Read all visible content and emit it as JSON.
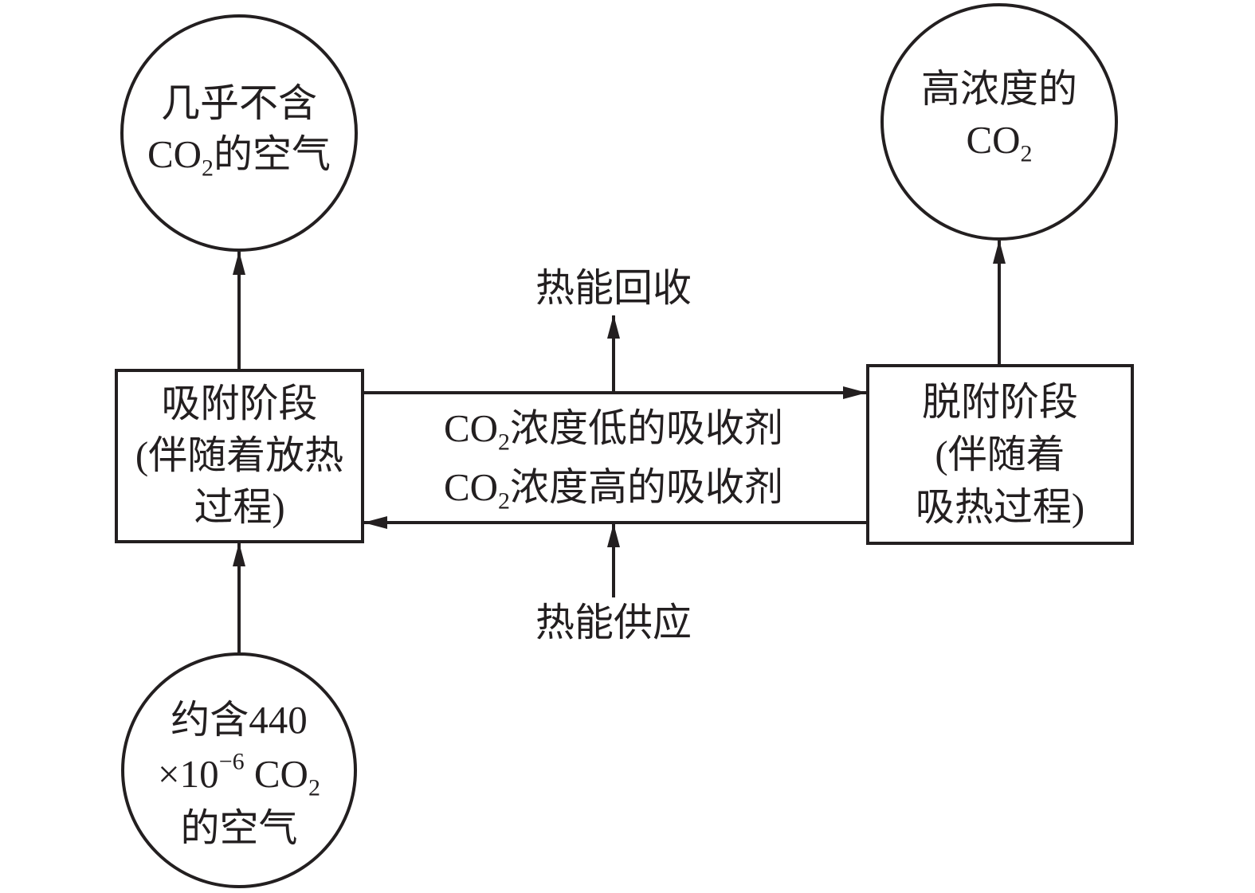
{
  "diagram": {
    "title": "",
    "nodes": {
      "output_air": {
        "shape": "circle",
        "lines": [
          {
            "text": "几乎不含"
          },
          {
            "pre": "CO",
            "sub": "2",
            "post": "的空气"
          }
        ]
      },
      "output_co2": {
        "shape": "circle",
        "lines": [
          {
            "text": "高浓度的"
          },
          {
            "pre": "CO",
            "sub": "2",
            "post": ""
          }
        ]
      },
      "input_air": {
        "shape": "circle",
        "lines": [
          {
            "text": "约含440"
          },
          {
            "pre": "×10",
            "sup": "−6",
            "mid": " CO",
            "sub": "2"
          },
          {
            "text": "的空气"
          }
        ]
      },
      "adsorption_stage": {
        "shape": "box",
        "lines": [
          {
            "text": "吸附阶段"
          },
          {
            "text": "(伴随着放热"
          },
          {
            "text": "过程)"
          }
        ]
      },
      "desorption_stage": {
        "shape": "box",
        "lines": [
          {
            "text": "脱附阶段"
          },
          {
            "text": "(伴随着"
          },
          {
            "text": "吸热过程)"
          }
        ]
      },
      "heat_recovery": {
        "shape": "text",
        "text": "热能回收"
      },
      "heat_supply": {
        "shape": "text",
        "text": "热能供应"
      },
      "low_absorbent": {
        "shape": "text",
        "pre": "CO",
        "sub": "2",
        "post": "浓度低的吸收剂"
      },
      "high_absorbent": {
        "shape": "text",
        "pre": "CO",
        "sub": "2",
        "post": "浓度高的吸收剂"
      }
    },
    "edges": [
      {
        "from": "input_air",
        "to": "adsorption_stage"
      },
      {
        "from": "adsorption_stage",
        "to": "output_air"
      },
      {
        "from": "adsorption_stage",
        "to": "desorption_stage",
        "label": "low_absorbent"
      },
      {
        "from": "desorption_stage",
        "to": "adsorption_stage",
        "label": "high_absorbent"
      },
      {
        "from": "desorption_stage",
        "to": "output_co2"
      },
      {
        "from": "absorbent_flow_top",
        "to": "heat_recovery"
      },
      {
        "from": "heat_supply",
        "to": "absorbent_flow_bottom"
      }
    ],
    "colors": {
      "stroke": "#231f20",
      "background": "#ffffff"
    }
  }
}
